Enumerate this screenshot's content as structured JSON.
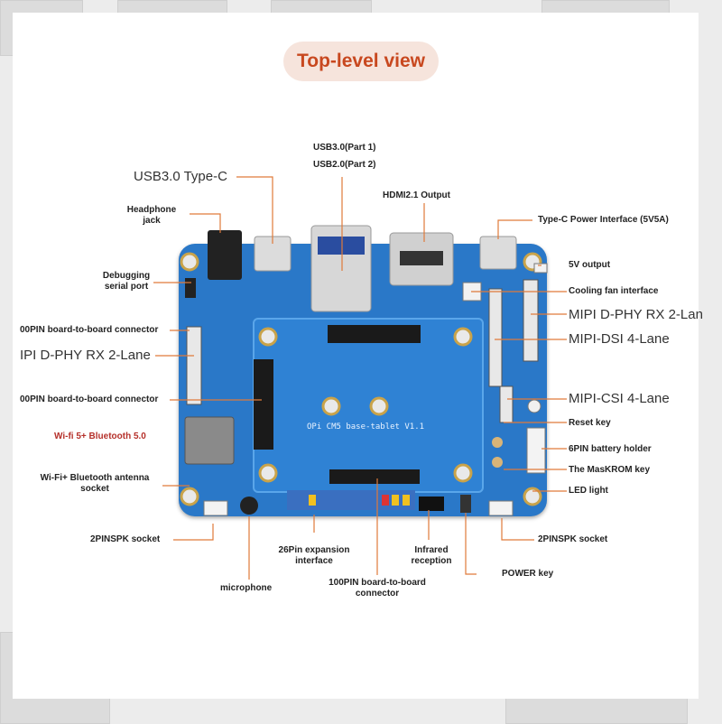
{
  "title": "Top-level view",
  "board_silkscreen": "OPi CM5 base-tablet V1.1",
  "labels": {
    "usb3_typec": "USB3.0 Type-C",
    "usb3_part1": "USB3.0(Part 1)",
    "usb2_part2": "USB2.0(Part 2)",
    "hdmi": "HDMI2.1 Output",
    "typec_power": "Type-C Power Interface (5V5A)",
    "headphone": "Headphone\njack",
    "debug_serial": "Debugging\nserial port",
    "v5_output": "5V output",
    "cooling_fan": "Cooling fan interface",
    "mipi_dphy_right": "MIPI D-PHY RX 2-Lan",
    "mipi_dsi": "MIPI-DSI 4-Lane",
    "pin100_top": "00PIN board-to-board connector",
    "mipi_dphy_left": "IPI D-PHY RX 2-Lane",
    "pin100_mid": "00PIN board-to-board connector",
    "mipi_csi": "MIPI-CSI 4-Lane",
    "reset_key": "Reset key",
    "wifi_bt": "Wi-fi 5+ Bluetooth 5.0",
    "battery": "6PIN battery holder",
    "maskrom": "The MasKROM key",
    "antenna": "Wi-Fi+ Bluetooth antenna\nsocket",
    "led": "LED light",
    "spk_left": "2PINSPK socket",
    "spk_right": "2PINSPK socket",
    "expansion": "26Pin expansion\ninterface",
    "infrared": "Infrared\nreception",
    "power_key": "POWER key",
    "microphone": "microphone",
    "pin100_bottom": "100PIN board-to-board\nconnector"
  },
  "colors": {
    "accent": "#e07a3a",
    "board": "#2a78c8",
    "title_text": "#c8481f",
    "title_bg": "#f6e4dc"
  }
}
